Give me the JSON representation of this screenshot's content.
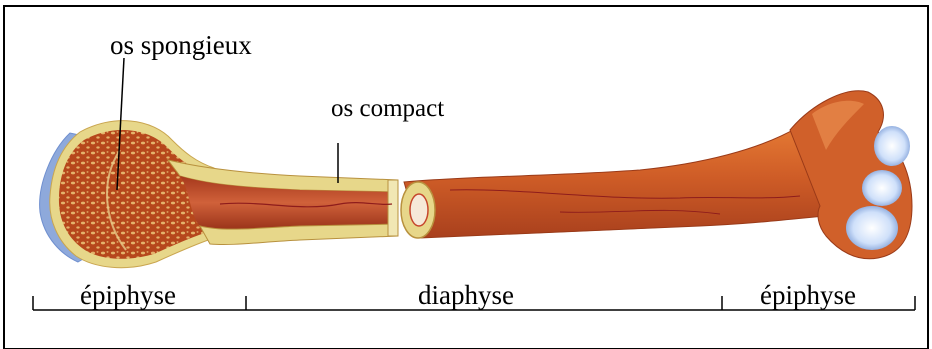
{
  "labels": {
    "spongy_bone": "os spongieux",
    "compact_bone": "os compact",
    "epiphysis_left": "épiphyse",
    "diaphysis": "diaphyse",
    "epiphysis_right": "épiphyse"
  },
  "colors": {
    "frame": "#000000",
    "background": "#ffffff",
    "compact_bone": "#e7d78a",
    "marrow": "#c8502a",
    "marrow_dark": "#a5381c",
    "bone_surface": "#d7692c",
    "bone_shadow": "#b0461f",
    "spongy_base": "#b6471c",
    "spongy_light": "#e4b36c",
    "cartilage": "#7f9fd6",
    "cartilage_light": "#eaf2ff",
    "vessel": "#8e1c1c"
  }
}
